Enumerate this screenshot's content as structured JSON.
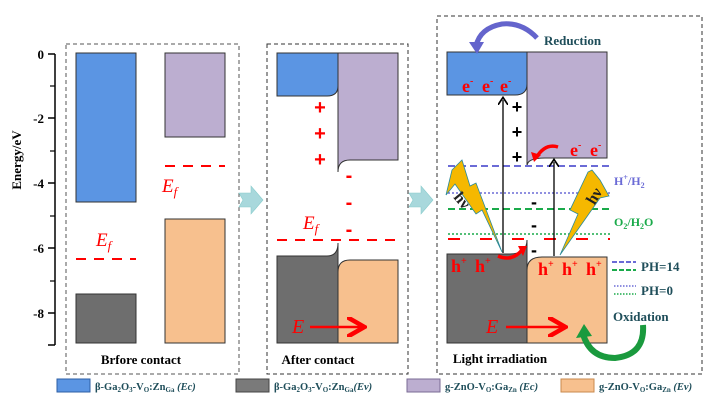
{
  "axis": {
    "ylabel": "Energy/eV",
    "ticks": [
      "0",
      "-2",
      "-4",
      "-6",
      "-8"
    ],
    "range": [
      0,
      -9
    ]
  },
  "panels": {
    "before": {
      "title": "Brfore contact",
      "ef_label": "E",
      "ef_sub": "f"
    },
    "after": {
      "title": "After contact",
      "ef_label": "E",
      "ef_sub": "f",
      "field_label": "E",
      "plus": [
        "+",
        "+",
        "+"
      ],
      "minus": [
        "-",
        "-",
        "-"
      ]
    },
    "light": {
      "title": "Light irradiation",
      "reduction": "Reduction",
      "oxidation": "Oxidation",
      "electrons_left": [
        "e",
        "e",
        "e"
      ],
      "electrons_right": [
        "e",
        "e"
      ],
      "holes_left": [
        "h",
        "h"
      ],
      "holes_right": [
        "h",
        "h",
        "h"
      ],
      "photon": "hν",
      "field_label": "E",
      "plus": [
        "+",
        "+",
        "+"
      ],
      "minus": [
        "-",
        "-",
        "-"
      ],
      "h_label": "H",
      "h2_label": "H",
      "o2_label": "O",
      "h2o_label": "H",
      "ph14": "PH=14",
      "ph0": "PH=0"
    }
  },
  "levels_eV": {
    "ga2o3_ec": -4.6,
    "ga2o3_ev": -7.4,
    "zno_ec": -2.6,
    "zno_ev": -5.1,
    "ga2o3_ef": -6.35,
    "zno_ef": -3.5,
    "after_ef": -5.75
  },
  "legend": [
    {
      "color": "#5b95e3",
      "name": "β-Ga",
      "sub1": "2",
      "mid": "O",
      "sub2": "3",
      "rest": "-V",
      "sub3": "O",
      "tail": ":Zn",
      "sub4": "Ga",
      "band": "(Ec)"
    },
    {
      "color": "#7a7a7a",
      "name": "β-Ga",
      "sub1": "2",
      "mid": "O",
      "sub2": "3",
      "rest": "-V",
      "sub3": "O",
      "tail": ":Zn",
      "sub4": "Ga",
      "band": "(Ev)"
    },
    {
      "color": "#bcaed0",
      "name": "g-ZnO-V",
      "sub1": "O",
      "mid": ":Ga",
      "sub2": "Zn",
      "rest": "",
      "sub3": "",
      "tail": "",
      "sub4": "",
      "band": "(Ec)"
    },
    {
      "color": "#f7c08e",
      "name": "g-ZnO-V",
      "sub1": "O",
      "mid": ":Ga",
      "sub2": "Zn",
      "rest": "",
      "sub3": "",
      "tail": "",
      "sub4": "",
      "band": "(Ev)"
    }
  ],
  "colors": {
    "ga2o3_ec": "#5b95e3",
    "ga2o3_ev": "#6e6e6e",
    "zno_ec": "#bcaed0",
    "zno_ev": "#f7c08e",
    "fermi": "#ff0000",
    "redox_h": "#6b6bd6",
    "redox_o": "#1aaa4a",
    "label_dark": "#1f4e5a",
    "arrow_blue": "#6464cc",
    "arrow_green": "#1a9a3e",
    "photon": "#f5b800",
    "transfer_arrow": "#a8d8dc"
  }
}
